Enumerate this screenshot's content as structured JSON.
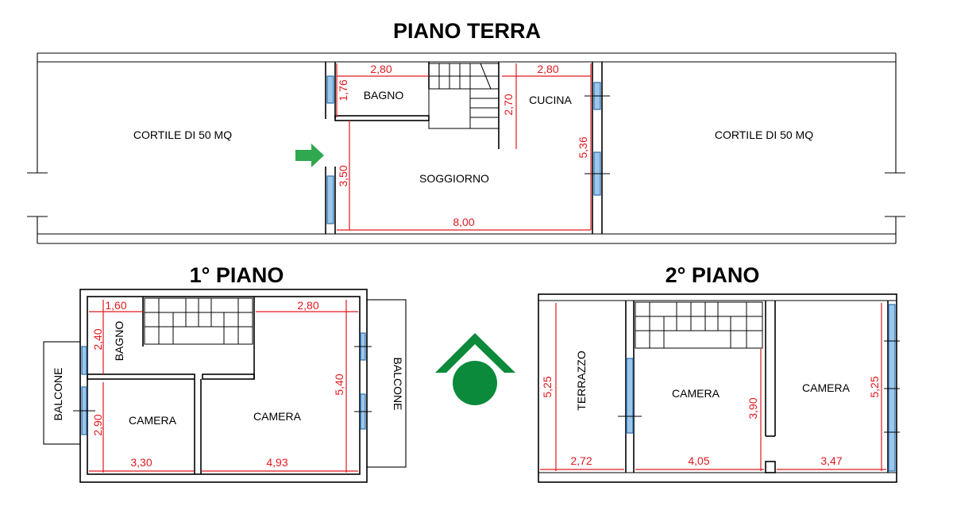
{
  "titles": {
    "ground": "PIANO TERRA",
    "first": "1° PIANO",
    "second": "2° PIANO"
  },
  "ground": {
    "rooms": {
      "courtyard_left": "CORTILE DI 50 MQ",
      "courtyard_right": "CORTILE DI 50 MQ",
      "bathroom": "BAGNO",
      "kitchen": "CUCINA",
      "living": "SOGGIORNO"
    },
    "dims": {
      "bath_width": "2,80",
      "bath_height": "1,76",
      "kitchen_width": "2,80",
      "kitchen_stair_height": "2,70",
      "right_height": "5,36",
      "left_height": "3,50",
      "total_width": "8,00"
    }
  },
  "first": {
    "rooms": {
      "balcony_left": "BALCONE",
      "balcony_right": "BALCONE",
      "bathroom": "BAGNO",
      "bedroom_left": "CAMERA",
      "bedroom_right": "CAMERA"
    },
    "dims": {
      "bath_width": "1,60",
      "bath_height": "2,40",
      "top_right_width": "2,80",
      "left_height": "2,90",
      "right_height": "5,40",
      "bedroom_left_width": "3,30",
      "bedroom_right_width": "4,93"
    }
  },
  "second": {
    "rooms": {
      "terrace": "TERRAZZO",
      "bedroom_mid": "CAMERA",
      "bedroom_right": "CAMERA"
    },
    "dims": {
      "terrace_height": "5,25",
      "mid_height": "3,90",
      "right_height": "5,25",
      "terrace_width": "2,72",
      "mid_width": "4,05",
      "right_width": "3,47"
    }
  },
  "colors": {
    "dimension": "#e0191f",
    "window": "#9cc6ea",
    "arrow": "#2fa84f",
    "logo": "#0a8a3a"
  },
  "icons": {
    "entrance": "entrance-arrow-icon",
    "logo": "agency-logo-icon"
  }
}
